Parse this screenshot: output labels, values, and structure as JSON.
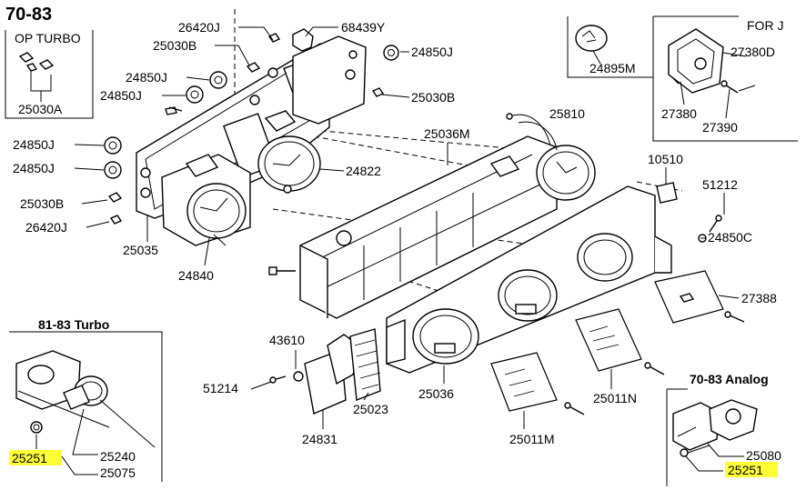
{
  "diagram": {
    "title": "70-83",
    "inset_op_turbo": {
      "heading": "OP TURBO",
      "part": "25030A"
    },
    "inset_for_j": {
      "heading": "FOR J",
      "parts": [
        "24895M",
        "27380D",
        "27380",
        "27390"
      ]
    },
    "inset_81_83_turbo": {
      "heading": "81-83 Turbo",
      "parts": [
        "25251",
        "25240",
        "25075"
      ]
    },
    "inset_70_83_analog": {
      "heading": "70-83 Analog",
      "parts": [
        "25080",
        "25251"
      ]
    },
    "main_labels": {
      "p26420J_top": "26420J",
      "p68439Y": "68439Y",
      "p25030B_left": "25030B",
      "p24850J_right": "24850J",
      "p24850J_a": "24850J",
      "p24850J_b": "24850J",
      "p25030B_right": "25030B",
      "p25036M": "25036M",
      "p25810": "25810",
      "p24850J_c": "24850J",
      "p24850J_d": "24850J",
      "p24822": "24822",
      "p10510": "10510",
      "p51212": "51212",
      "p25030B_low": "25030B",
      "p26420J_low": "26420J",
      "p24850C": "24850C",
      "p25035": "25035",
      "p24840": "24840",
      "p27388": "27388",
      "p43610": "43610",
      "p51214": "51214",
      "p25023": "25023",
      "p25036": "25036",
      "p25011N": "25011N",
      "p24831": "24831",
      "p25011M": "25011M"
    },
    "highlight_color": "#ffff33"
  }
}
